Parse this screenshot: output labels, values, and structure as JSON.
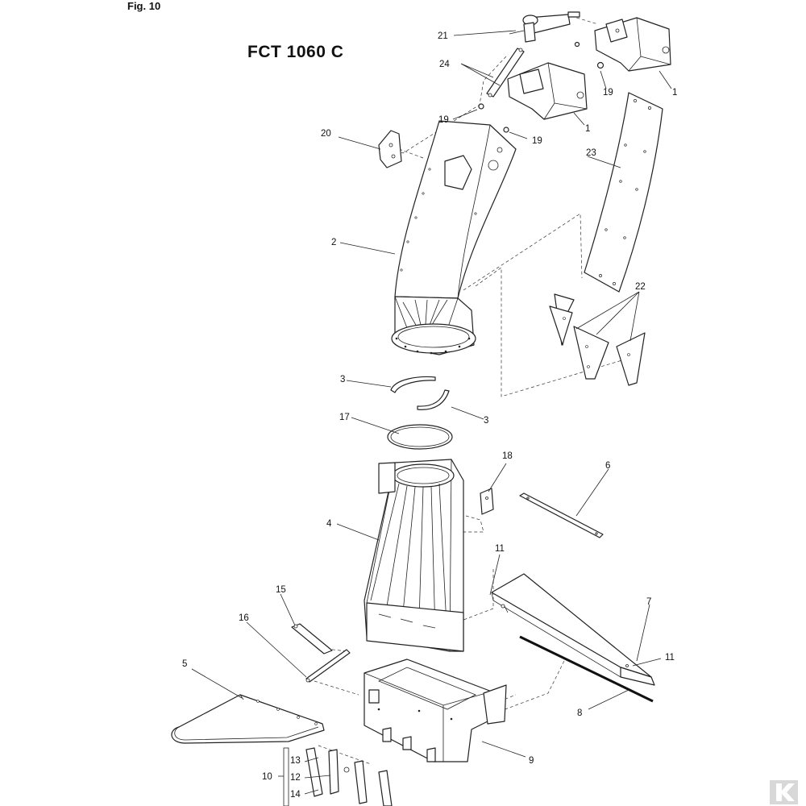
{
  "header": {
    "figure": "Fig. 10",
    "model": "FCT 1060 C"
  },
  "callouts": [
    {
      "id": "c21a",
      "label": "21"
    },
    {
      "id": "c24",
      "label": "24"
    },
    {
      "id": "c1a",
      "label": "1"
    },
    {
      "id": "c1b",
      "label": "1"
    },
    {
      "id": "c19a",
      "label": "19"
    },
    {
      "id": "c19b",
      "label": "19"
    },
    {
      "id": "c19c",
      "label": "19"
    },
    {
      "id": "c20",
      "label": "20"
    },
    {
      "id": "c23",
      "label": "23"
    },
    {
      "id": "c2",
      "label": "2"
    },
    {
      "id": "c22",
      "label": "22"
    },
    {
      "id": "c3a",
      "label": "3"
    },
    {
      "id": "c3b",
      "label": "3"
    },
    {
      "id": "c17",
      "label": "17"
    },
    {
      "id": "c18",
      "label": "18"
    },
    {
      "id": "c6",
      "label": "6"
    },
    {
      "id": "c4",
      "label": "4"
    },
    {
      "id": "c11a",
      "label": "11"
    },
    {
      "id": "c11b",
      "label": "11"
    },
    {
      "id": "c7",
      "label": "7"
    },
    {
      "id": "c15",
      "label": "15"
    },
    {
      "id": "c16",
      "label": "16"
    },
    {
      "id": "c5",
      "label": "5"
    },
    {
      "id": "c8",
      "label": "8"
    },
    {
      "id": "c9",
      "label": "9"
    },
    {
      "id": "c10",
      "label": "10"
    },
    {
      "id": "c13",
      "label": "13"
    },
    {
      "id": "c12",
      "label": "12"
    },
    {
      "id": "c14",
      "label": "14"
    }
  ],
  "colors": {
    "line": "#222222",
    "logo": "#d8d8d8"
  },
  "logo_icon": "k-logo-icon"
}
